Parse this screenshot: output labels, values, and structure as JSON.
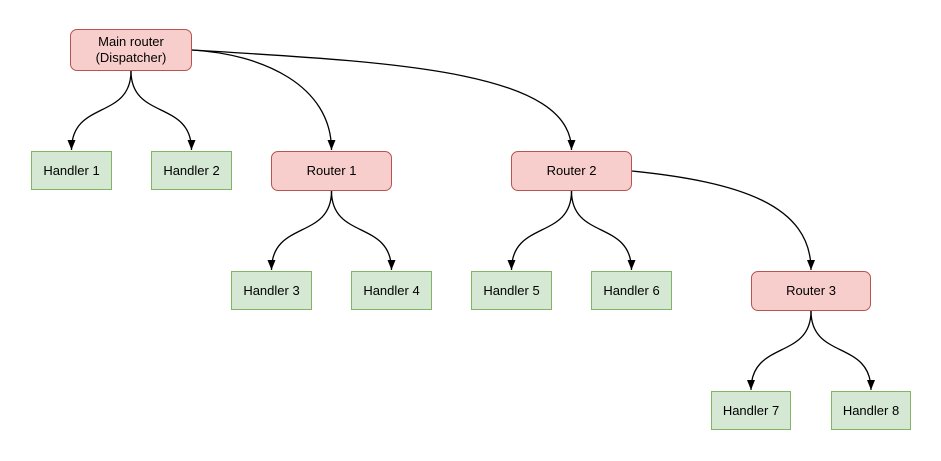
{
  "diagram": {
    "nodes": [
      {
        "id": "main-router",
        "label": "Main router\n(Dispatcher)",
        "type": "router"
      },
      {
        "id": "handler-1",
        "label": "Handler 1",
        "type": "handler"
      },
      {
        "id": "handler-2",
        "label": "Handler 2",
        "type": "handler"
      },
      {
        "id": "router-1",
        "label": "Router 1",
        "type": "router"
      },
      {
        "id": "router-2",
        "label": "Router 2",
        "type": "router"
      },
      {
        "id": "handler-3",
        "label": "Handler 3",
        "type": "handler"
      },
      {
        "id": "handler-4",
        "label": "Handler 4",
        "type": "handler"
      },
      {
        "id": "handler-5",
        "label": "Handler 5",
        "type": "handler"
      },
      {
        "id": "handler-6",
        "label": "Handler 6",
        "type": "handler"
      },
      {
        "id": "router-3",
        "label": "Router 3",
        "type": "router"
      },
      {
        "id": "handler-7",
        "label": "Handler 7",
        "type": "handler"
      },
      {
        "id": "handler-8",
        "label": "Handler 8",
        "type": "handler"
      }
    ],
    "edges": [
      {
        "from": "main-router",
        "to": "handler-1"
      },
      {
        "from": "main-router",
        "to": "handler-2"
      },
      {
        "from": "main-router",
        "to": "router-1"
      },
      {
        "from": "main-router",
        "to": "router-2"
      },
      {
        "from": "router-1",
        "to": "handler-3"
      },
      {
        "from": "router-1",
        "to": "handler-4"
      },
      {
        "from": "router-2",
        "to": "handler-5"
      },
      {
        "from": "router-2",
        "to": "handler-6"
      },
      {
        "from": "router-2",
        "to": "router-3"
      },
      {
        "from": "router-3",
        "to": "handler-7"
      },
      {
        "from": "router-3",
        "to": "handler-8"
      }
    ],
    "colors": {
      "router_fill": "#f8cecc",
      "router_border": "#b85450",
      "handler_fill": "#d5e8d4",
      "handler_border": "#82b366",
      "edge_stroke": "#000000",
      "canvas_bg": "#ffffff"
    }
  }
}
